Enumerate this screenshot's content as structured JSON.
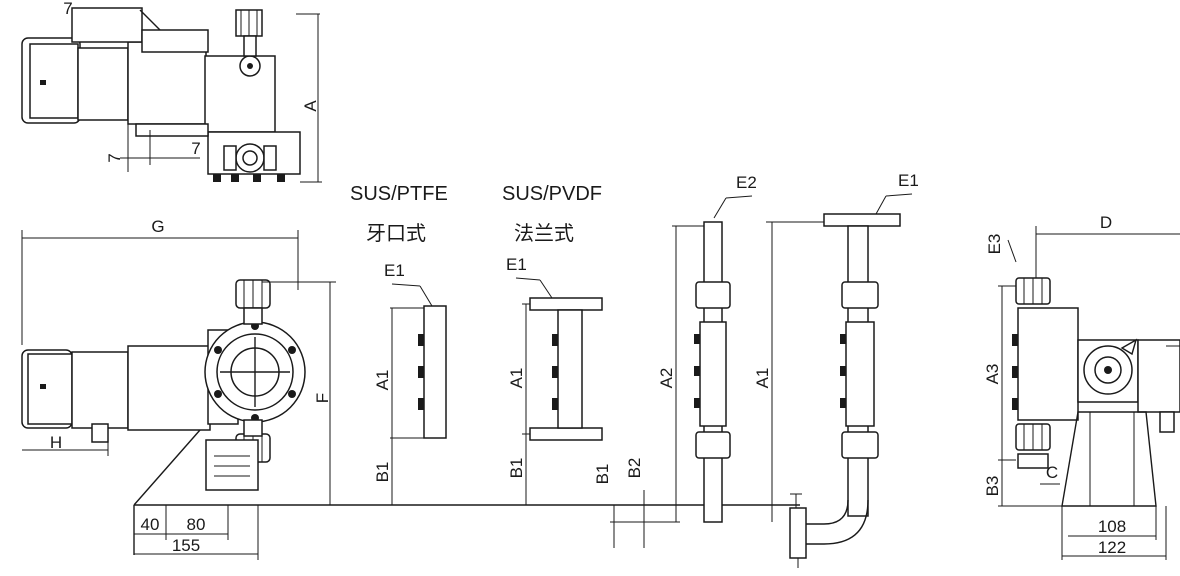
{
  "headers": {
    "ptfe_material": "SUS/PTFE",
    "ptfe_type": "牙口式",
    "pvdf_material": "SUS/PVDF",
    "pvdf_type": "法兰式"
  },
  "dimensions": {
    "A": "A",
    "G": "G",
    "F": "F",
    "H": "H",
    "D": "D",
    "C": "C",
    "E1": "E1",
    "E2": "E2",
    "E3": "E3",
    "A1": "A1",
    "A2": "A2",
    "A3": "A3",
    "B1": "B1",
    "B2": "B2",
    "B3": "B3",
    "seven": "7",
    "d40": "40",
    "d80": "80",
    "d155": "155",
    "d108": "108",
    "d122": "122"
  }
}
